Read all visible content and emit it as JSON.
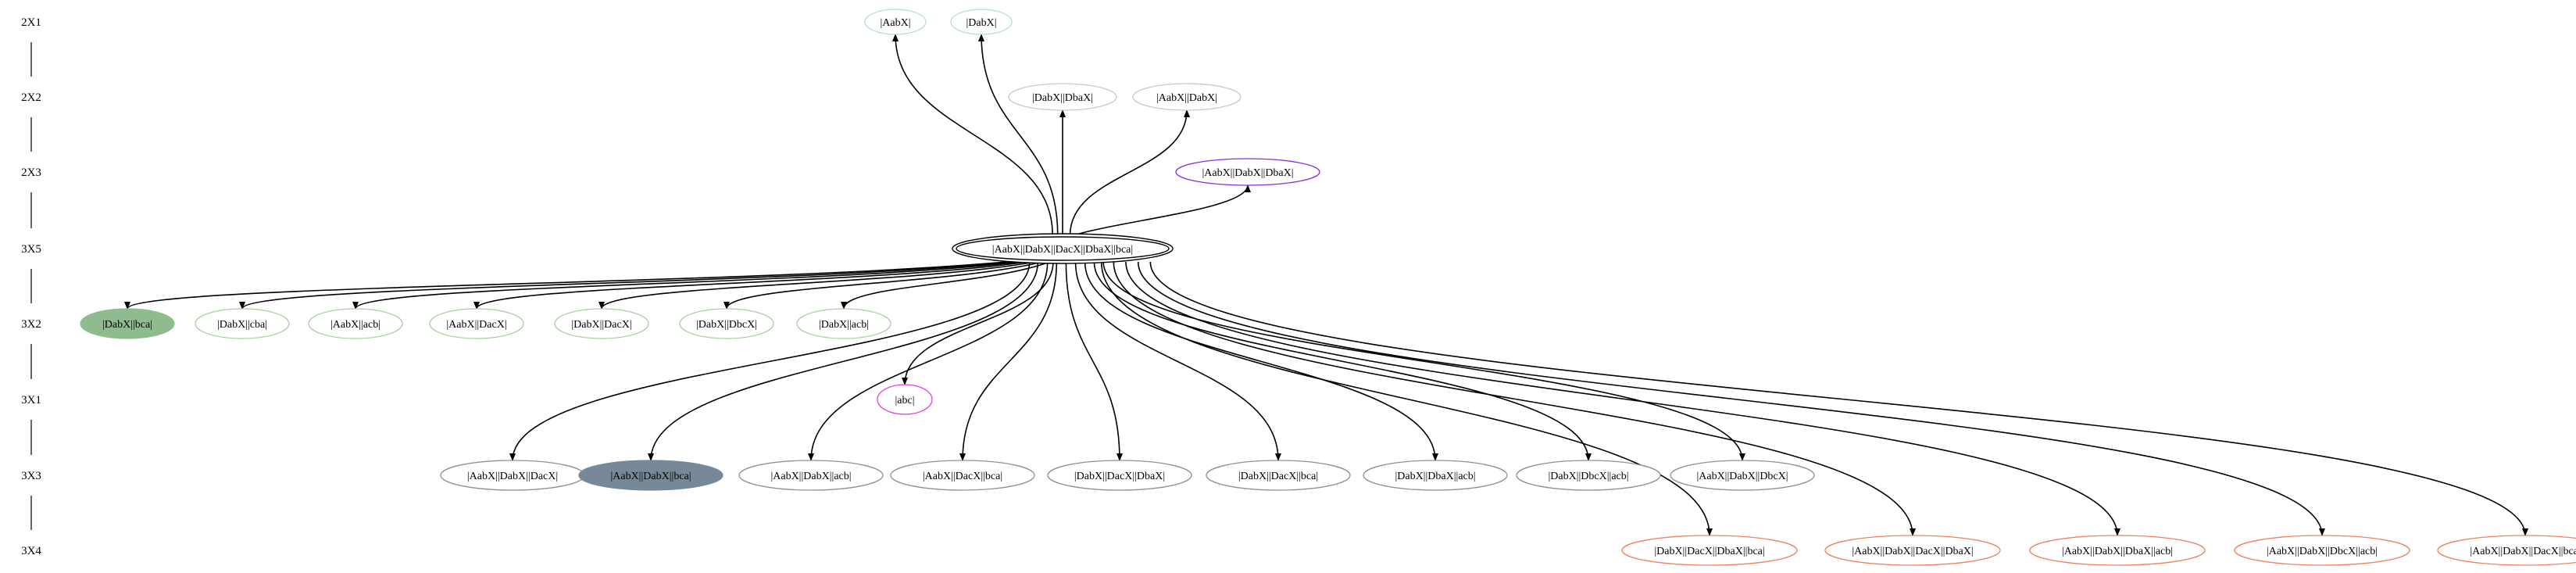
{
  "rank_labels": [
    "2X1",
    "2X2",
    "2X3",
    "3X5",
    "3X2",
    "3X1",
    "3X3",
    "3X4"
  ],
  "center": {
    "id": "c",
    "label": "|AabX||DabX||DacX||DbaX||bca|",
    "style": "double"
  },
  "nodes": [
    {
      "id": "n1",
      "label": "|AabX|",
      "row": 0,
      "col": 0,
      "style": "outline",
      "color": "#b8ddd0"
    },
    {
      "id": "n2",
      "label": "|DabX|",
      "row": 0,
      "col": 1,
      "style": "outline",
      "color": "#b8ddd0"
    },
    {
      "id": "n3",
      "label": "|DabX||DbaX|",
      "row": 1,
      "col": 0,
      "style": "outline",
      "color": "#c8c8c8"
    },
    {
      "id": "n4",
      "label": "|AabX||DabX|",
      "row": 1,
      "col": 1,
      "style": "outline",
      "color": "#c8c8c8"
    },
    {
      "id": "n5",
      "label": "|AabX||DabX||DbaX|",
      "row": 2,
      "col": 0,
      "style": "outline",
      "color": "#8b2be2"
    },
    {
      "id": "n6",
      "label": "|DabX||bca|",
      "row": 4,
      "col": 0,
      "style": "filled",
      "color": "#8fbc8f"
    },
    {
      "id": "n7",
      "label": "|DabX||cba|",
      "row": 4,
      "col": 1,
      "style": "outline",
      "color": "#a8d0a0"
    },
    {
      "id": "n8",
      "label": "|AabX||acb|",
      "row": 4,
      "col": 2,
      "style": "outline",
      "color": "#a8d0a0"
    },
    {
      "id": "n9",
      "label": "|AabX||DacX|",
      "row": 4,
      "col": 3,
      "style": "outline",
      "color": "#a8d0a0"
    },
    {
      "id": "n10",
      "label": "|DabX||DacX|",
      "row": 4,
      "col": 4,
      "style": "outline",
      "color": "#a8d0a0"
    },
    {
      "id": "n11",
      "label": "|DabX||DbcX|",
      "row": 4,
      "col": 5,
      "style": "outline",
      "color": "#a8d0a0"
    },
    {
      "id": "n12",
      "label": "|DabX||acb|",
      "row": 4,
      "col": 6,
      "style": "outline",
      "color": "#a8d0a0"
    },
    {
      "id": "n13",
      "label": "|abc|",
      "row": 5,
      "col": 0,
      "style": "outline",
      "color": "#e040e0"
    },
    {
      "id": "n14",
      "label": "|AabX||DabX||DacX|",
      "row": 6,
      "col": 0,
      "style": "outline",
      "color": "#909090"
    },
    {
      "id": "n15",
      "label": "|AabX||DabX||bca|",
      "row": 6,
      "col": 1,
      "style": "filled",
      "color": "#778899"
    },
    {
      "id": "n16",
      "label": "|AabX||DabX||acb|",
      "row": 6,
      "col": 2,
      "style": "outline",
      "color": "#909090"
    },
    {
      "id": "n17",
      "label": "|AabX||DacX||bca|",
      "row": 6,
      "col": 3,
      "style": "outline",
      "color": "#909090"
    },
    {
      "id": "n18",
      "label": "|DabX||DacX||DbaX|",
      "row": 6,
      "col": 4,
      "style": "outline",
      "color": "#909090"
    },
    {
      "id": "n19",
      "label": "|DabX||DacX||bca|",
      "row": 6,
      "col": 5,
      "style": "outline",
      "color": "#909090"
    },
    {
      "id": "n20",
      "label": "|DabX||DbaX||acb|",
      "row": 6,
      "col": 6,
      "style": "outline",
      "color": "#909090"
    },
    {
      "id": "n21",
      "label": "|DabX||DbcX||acb|",
      "row": 6,
      "col": 7,
      "style": "outline",
      "color": "#909090"
    },
    {
      "id": "n22",
      "label": "|AabX||DabX||DbcX|",
      "row": 6,
      "col": 8,
      "style": "outline",
      "color": "#909090"
    },
    {
      "id": "n23",
      "label": "|DabX||DacX||DbaX||bca|",
      "row": 7,
      "col": 0,
      "style": "outline",
      "color": "#f08060"
    },
    {
      "id": "n24",
      "label": "|AabX||DabX||DacX||DbaX|",
      "row": 7,
      "col": 1,
      "style": "outline",
      "color": "#f08060"
    },
    {
      "id": "n25",
      "label": "|AabX||DabX||DbaX||acb|",
      "row": 7,
      "col": 2,
      "style": "outline",
      "color": "#f08060"
    },
    {
      "id": "n26",
      "label": "|AabX||DabX||DbcX||acb|",
      "row": 7,
      "col": 3,
      "style": "outline",
      "color": "#f08060"
    },
    {
      "id": "n27",
      "label": "|AabX||DabX||DacX||bca|",
      "row": 7,
      "col": 4,
      "style": "outline",
      "color": "#f08060"
    }
  ],
  "edges": [
    {
      "from": "c",
      "to": "n1"
    },
    {
      "from": "c",
      "to": "n2"
    },
    {
      "from": "c",
      "to": "n3"
    },
    {
      "from": "c",
      "to": "n4"
    },
    {
      "from": "c",
      "to": "n5"
    },
    {
      "from": "c",
      "to": "n6"
    },
    {
      "from": "c",
      "to": "n7"
    },
    {
      "from": "c",
      "to": "n8"
    },
    {
      "from": "c",
      "to": "n9"
    },
    {
      "from": "c",
      "to": "n10"
    },
    {
      "from": "c",
      "to": "n11"
    },
    {
      "from": "c",
      "to": "n12"
    },
    {
      "from": "c",
      "to": "n13"
    },
    {
      "from": "c",
      "to": "n14"
    },
    {
      "from": "c",
      "to": "n15"
    },
    {
      "from": "c",
      "to": "n16"
    },
    {
      "from": "c",
      "to": "n17"
    },
    {
      "from": "c",
      "to": "n18"
    },
    {
      "from": "c",
      "to": "n19"
    },
    {
      "from": "c",
      "to": "n20"
    },
    {
      "from": "c",
      "to": "n21"
    },
    {
      "from": "c",
      "to": "n22"
    },
    {
      "from": "c",
      "to": "n23"
    },
    {
      "from": "c",
      "to": "n24"
    },
    {
      "from": "c",
      "to": "n25"
    },
    {
      "from": "c",
      "to": "n26"
    },
    {
      "from": "c",
      "to": "n27"
    }
  ]
}
